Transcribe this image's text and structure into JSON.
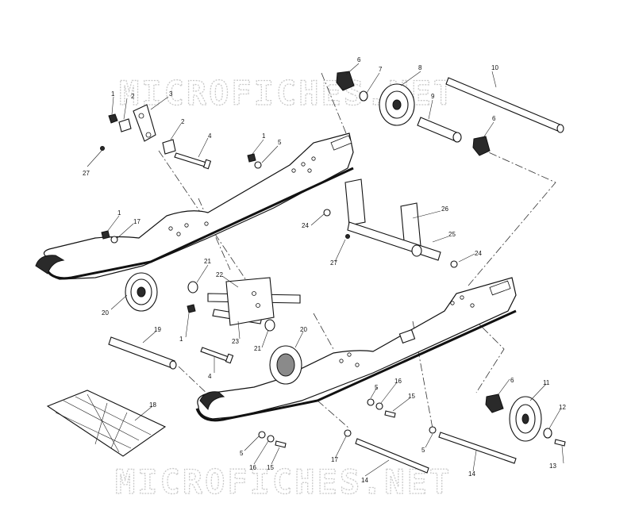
{
  "watermark": "MICROFICHES.NET",
  "callouts": [
    "1",
    "2",
    "3",
    "2",
    "4",
    "1",
    "5",
    "27",
    "1",
    "17",
    "6",
    "7",
    "8",
    "9",
    "10",
    "6",
    "24",
    "26",
    "25",
    "27",
    "24",
    "21",
    "22",
    "20",
    "1",
    "23",
    "21",
    "20",
    "19",
    "4",
    "6",
    "11",
    "12",
    "13",
    "16",
    "15",
    "5",
    "18",
    "5",
    "16",
    "15",
    "17",
    "5",
    "14",
    "14"
  ]
}
